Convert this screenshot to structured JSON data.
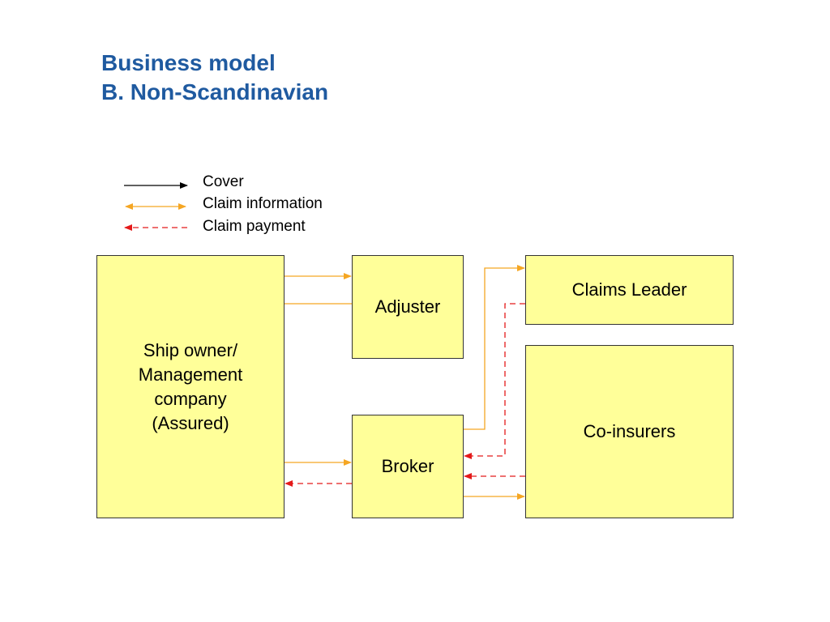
{
  "title": {
    "line1": "Business model",
    "line2": "B. Non-Scandinavian"
  },
  "legend": {
    "cover": "Cover",
    "claim_information": "Claim information",
    "claim_payment": "Claim payment"
  },
  "nodes": {
    "ship_owner": {
      "lines": [
        "Ship owner/",
        "Management",
        "company",
        "(Assured)"
      ]
    },
    "adjuster": "Adjuster",
    "broker": "Broker",
    "claims_leader": "Claims Leader",
    "co_insurers": "Co-insurers"
  },
  "colors": {
    "title": "#1f5aa0",
    "box_fill": "#ffff99",
    "cover": "#000000",
    "claim_information": "#f5a623",
    "claim_payment": "#e41a1a"
  }
}
